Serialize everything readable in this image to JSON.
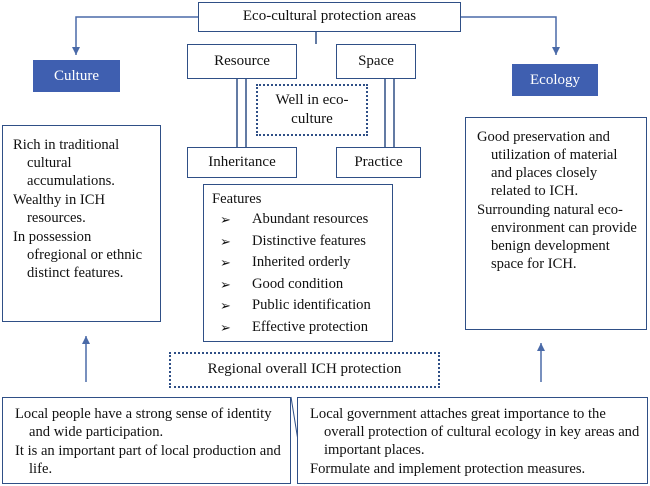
{
  "top_title": "Eco-cultural protection areas",
  "culture": {
    "heading": "Culture",
    "lines": [
      "Rich in traditional cultural accumulations.",
      "Wealthy in ICH resources.",
      "In possession ofregional or ethnic distinct features."
    ]
  },
  "ecology": {
    "heading": "Ecology",
    "lines": [
      "Good preservation and utilization of material and places closely related to ICH.",
      "Surrounding natural eco-environment can provide benign development space for ICH."
    ]
  },
  "quad": {
    "resource": "Resource",
    "space": "Space",
    "inheritance": "Inheritance",
    "practice": "Practice",
    "center": "Well in eco-culture"
  },
  "features": {
    "title": "Features",
    "bullet_glyph": "➢",
    "items": [
      "Abundant resources",
      "Distinctive features",
      "Inherited orderly",
      "Good condition",
      "Public identification",
      "Effective protection"
    ]
  },
  "regional": "Regional overall ICH protection",
  "bottom_left": {
    "lines": [
      "Local people have a strong sense of identity and wide participation.",
      "It is an important part of local production and life."
    ]
  },
  "bottom_right": {
    "lines": [
      "Local government attaches great importance to the overall protection of cultural ecology in key areas and important places.",
      "Formulate and implement protection measures."
    ]
  },
  "colors": {
    "border": "#2f4f86",
    "heading_fill": "#3f5fb0"
  }
}
